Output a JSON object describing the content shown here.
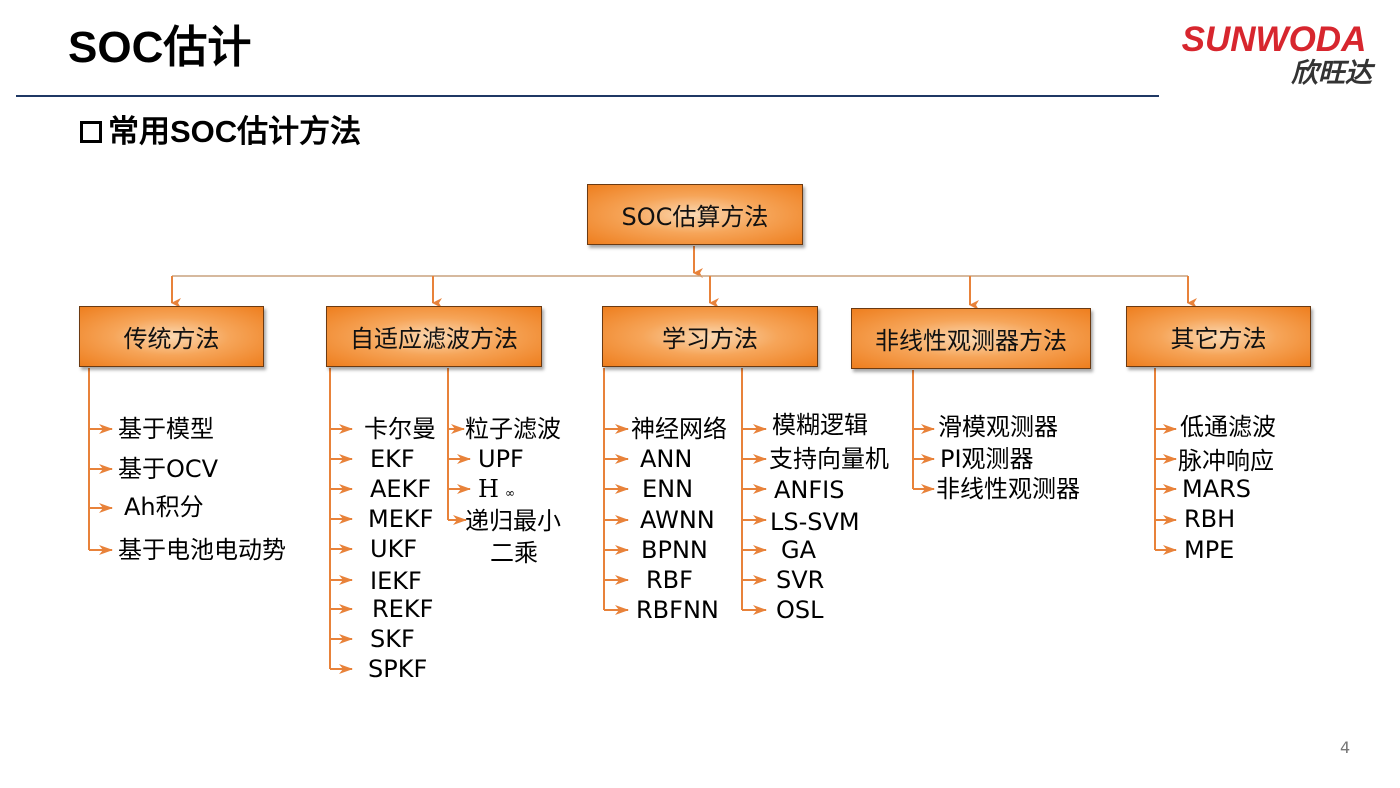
{
  "header": {
    "title": "SOC估计",
    "subtitle": "常用SOC估计方法",
    "logo_word": "SUNWODA",
    "logo_cn": "欣旺达"
  },
  "diagram": {
    "root": "SOC估算方法",
    "categories": [
      {
        "label": "传统方法"
      },
      {
        "label": "自适应滤波方法"
      },
      {
        "label": "学习方法"
      },
      {
        "label": "非线性观测器方法"
      },
      {
        "label": "其它方法"
      }
    ],
    "items": {
      "traditional": [
        "基于模型",
        "基于OCV",
        "Ah积分",
        "基于电池电动势"
      ],
      "adaptive_a": [
        "卡尔曼",
        "EKF",
        "AEKF",
        "MEKF",
        "UKF",
        "IEKF",
        "REKF",
        "SKF",
        "SPKF"
      ],
      "adaptive_b": [
        "粒子滤波",
        "UPF",
        "H",
        "∞",
        "递归最小",
        "二乘"
      ],
      "learning_a": [
        "神经网络",
        "ANN",
        "ENN",
        "AWNN",
        "BPNN",
        "RBF",
        "RBFNN"
      ],
      "learning_b": [
        "模糊逻辑",
        "支持向量机",
        "ANFIS",
        "LS-SVM",
        "GA",
        "SVR",
        "OSL"
      ],
      "observer": [
        "滑模观测器",
        "PI观测器",
        "非线性观测器"
      ],
      "other": [
        "低通滤波",
        "脉冲响应",
        "MARS",
        "RBH",
        "MPE"
      ]
    },
    "colors": {
      "box": "#ee7e1e",
      "line": "#e8823a",
      "connector": "#c9a27e"
    }
  },
  "footer": {
    "page": "4"
  }
}
